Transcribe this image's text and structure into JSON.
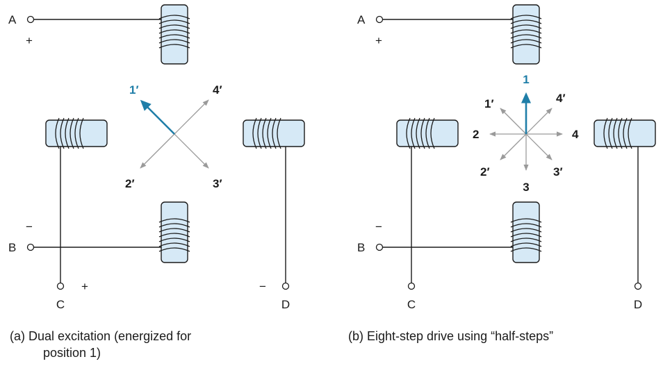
{
  "panel_a": {
    "terminals": {
      "a": "A",
      "b": "B",
      "c": "C",
      "d": "D"
    },
    "polarity": {
      "a": "+",
      "b": "−",
      "c": "+",
      "d": "−"
    },
    "vectors": {
      "v1p": "1′",
      "v2p": "2′",
      "v3p": "3′",
      "v4p": "4′"
    },
    "caption_line1": "(a)   Dual excitation (energized for",
    "caption_line2": "position 1)"
  },
  "panel_b": {
    "terminals": {
      "a": "A",
      "b": "B",
      "c": "C",
      "d": "D"
    },
    "polarity": {
      "a": "+",
      "b": "−"
    },
    "vectors": {
      "v1": "1",
      "v2": "2",
      "v3": "3",
      "v4": "4",
      "v1p": "1′",
      "v2p": "2′",
      "v3p": "3′",
      "v4p": "4′"
    },
    "caption": "(b)   Eight-step drive using “half-steps”"
  },
  "colors": {
    "core_fill": "#d6e9f6",
    "highlight_arrow": "#1f7ea8",
    "vector_arrow": "#9a9a9a",
    "line": "#1a1a1a"
  }
}
